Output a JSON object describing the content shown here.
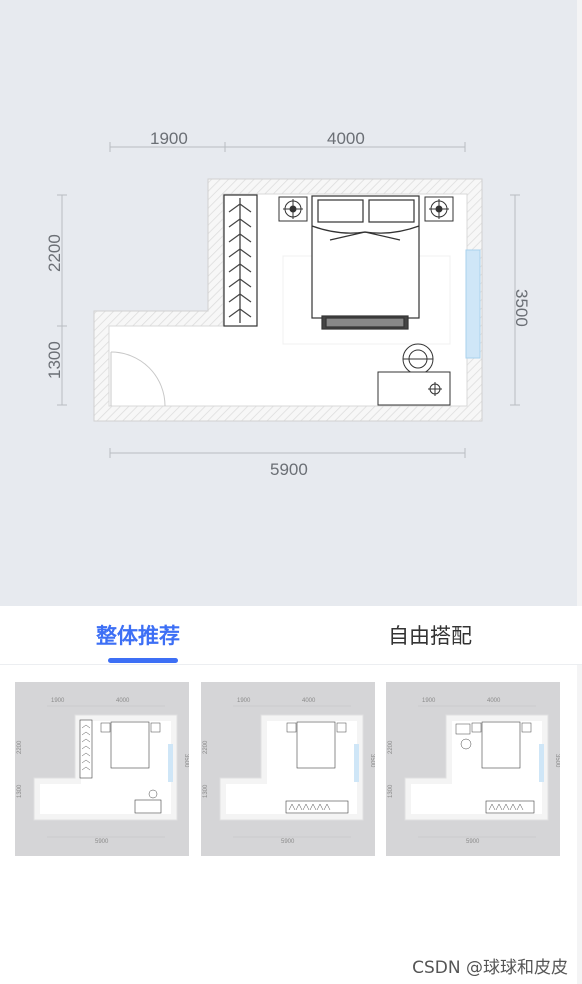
{
  "floorplan": {
    "dims": {
      "top_left": "1900",
      "top_right": "4000",
      "left_top": "2200",
      "left_bottom": "1300",
      "right": "3500",
      "bottom": "5900"
    }
  },
  "tabs": [
    {
      "label": "整体推荐",
      "active": true
    },
    {
      "label": "自由搭配",
      "active": false
    }
  ],
  "cards": [
    {
      "dims": [
        "1900",
        "4000",
        "2200",
        "1300",
        "3500",
        "5900"
      ]
    },
    {
      "dims": [
        "1900",
        "4000",
        "2200",
        "1300",
        "3500",
        "5900"
      ]
    },
    {
      "dims": [
        "1900",
        "4000",
        "2200",
        "1300",
        "3500",
        "5900"
      ]
    }
  ],
  "watermark": "CSDN @球球和皮皮"
}
